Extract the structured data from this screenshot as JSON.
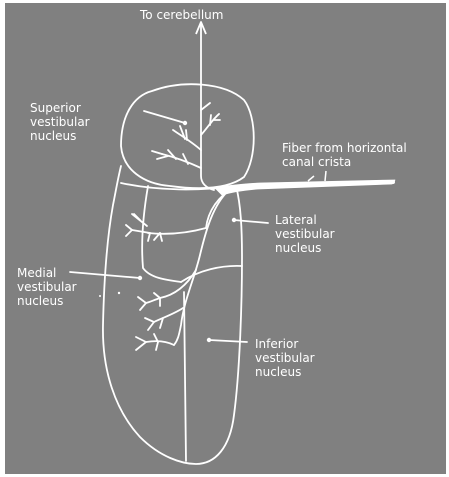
{
  "figure": {
    "background_color": "#808080",
    "ink_color": "#ffffff",
    "labels": {
      "to_cerebellum": "To cerebellum",
      "superior": "Superior\nvestibular\nnucleus",
      "fiber": "Fiber from horizontal\ncanal crista",
      "lateral": "Lateral\nvestibular\nnucleus",
      "medial": "Medial\nvestibular\nnucleus",
      "inferior": "Inferior\nvestibular\nnucleus"
    }
  }
}
